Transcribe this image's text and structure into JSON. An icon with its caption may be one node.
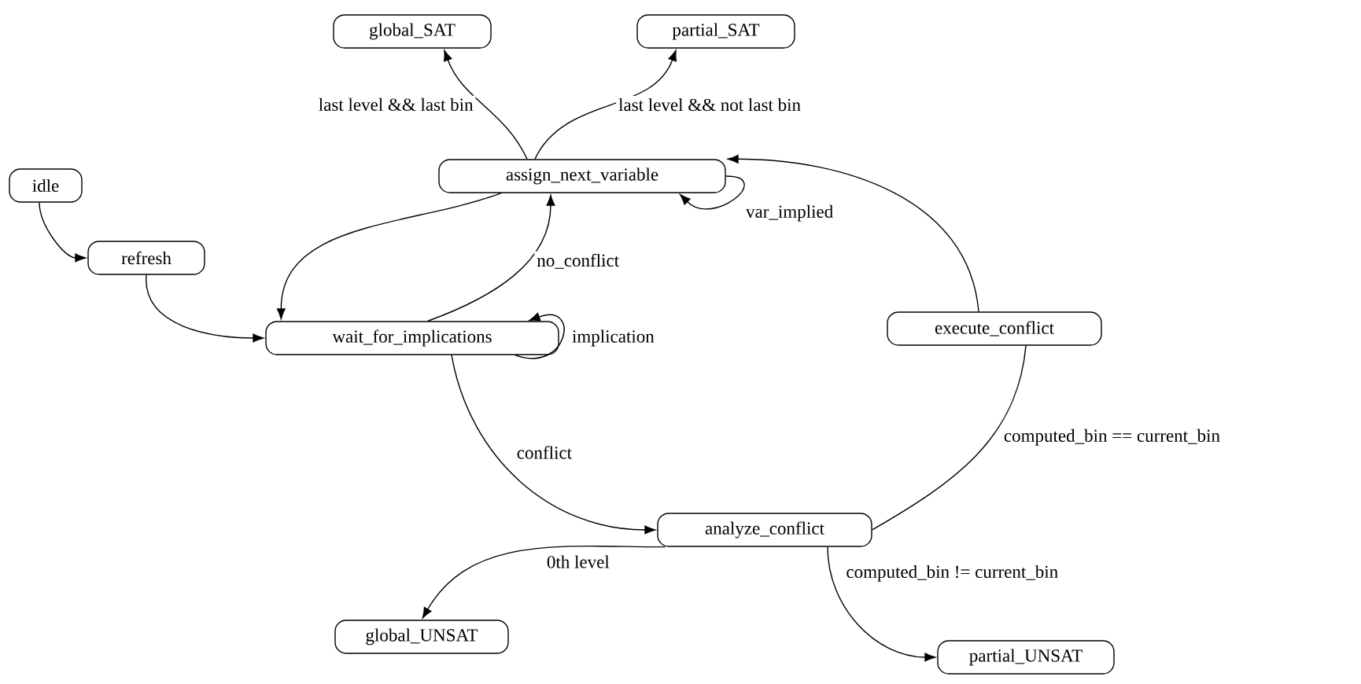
{
  "diagram": {
    "nodes": [
      {
        "text": [
          "global_SAT"
        ]
      },
      {
        "text": [
          "partial_SAT"
        ]
      },
      {
        "text": [
          "idle"
        ]
      },
      {
        "text": [
          "assign_next_variable"
        ]
      },
      {
        "text": [
          "refresh"
        ]
      },
      {
        "text": [
          "wait_for_implications"
        ]
      },
      {
        "text": [
          "execute_conflict"
        ]
      },
      {
        "text": [
          "analyze_conflict"
        ]
      },
      {
        "text": [
          "global_UNSAT"
        ]
      },
      {
        "text": [
          "partial_UNSAT"
        ]
      }
    ],
    "edges": [
      {
        "from": 3,
        "to": 0,
        "arrow": "to",
        "label": "last level && last bin"
      },
      {
        "from": 3,
        "to": 1,
        "arrow": "to",
        "label": "last level && not last bin"
      },
      {
        "from": 2,
        "to": 4,
        "arrow": "to"
      },
      {
        "from": 4,
        "to": 5,
        "arrow": "to"
      },
      {
        "from": 3,
        "to": 5,
        "arrow": "to"
      },
      {
        "from": 5,
        "to": 3,
        "arrow": "to",
        "label": "no_conflict"
      },
      {
        "from": 5,
        "to": 5,
        "arrow": "to",
        "label": "implication"
      },
      {
        "from": 3,
        "to": 3,
        "arrow": "to",
        "label": "var_implied"
      },
      {
        "from": 5,
        "to": 7,
        "arrow": "to",
        "label": "conflict"
      },
      {
        "from": 7,
        "to": 6,
        "arrow": "none",
        "label": "computed_bin == current_bin"
      },
      {
        "from": 6,
        "to": 3,
        "arrow": "to"
      },
      {
        "from": 7,
        "to": 8,
        "arrow": "to",
        "label": "0th level"
      },
      {
        "from": 7,
        "to": 9,
        "arrow": "to",
        "label": "computed_bin != current_bin"
      }
    ]
  }
}
